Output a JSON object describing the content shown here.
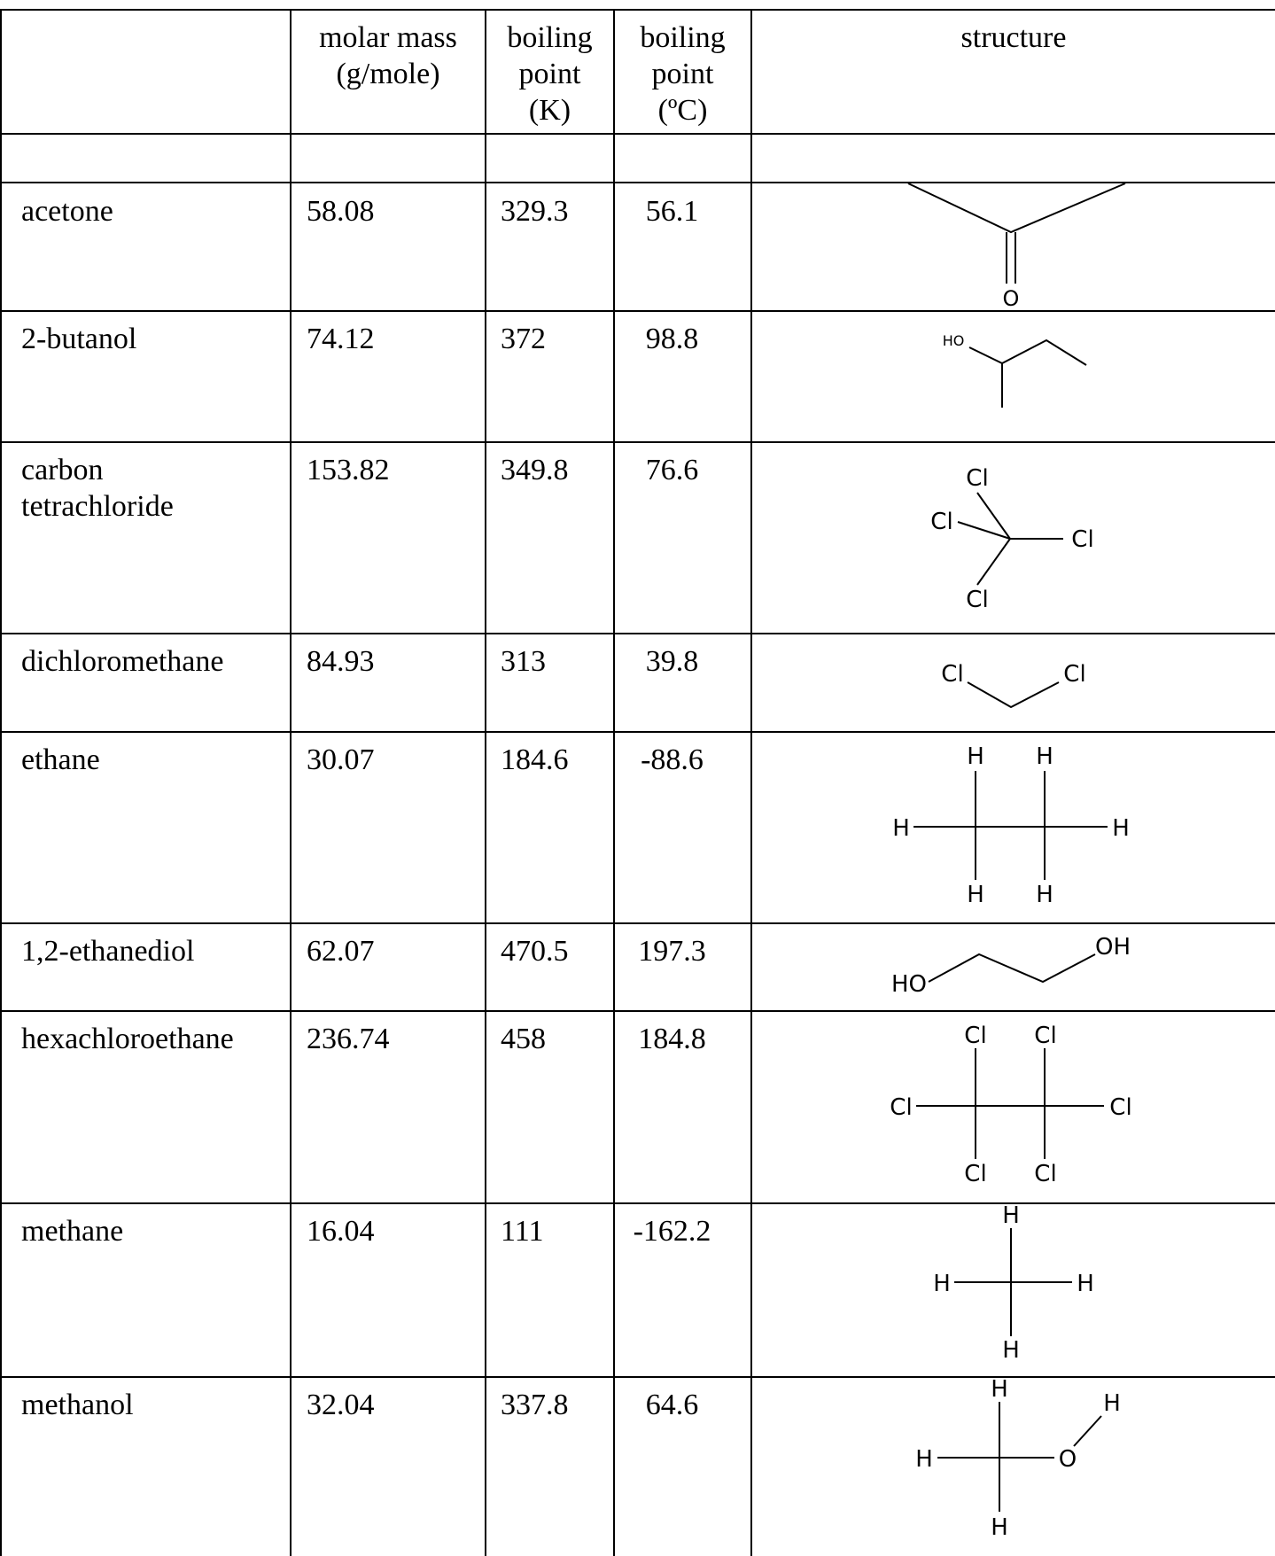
{
  "header": {
    "molar_mass": "molar mass",
    "molar_mass_unit": "(g/mole)",
    "bp_k_line1": "boiling",
    "bp_k_line2": "point",
    "bp_k_unit": "(K)",
    "bp_c_line1": "boiling",
    "bp_c_line2": "point",
    "bp_c_unit": "(ºC)",
    "structure": "structure"
  },
  "rows": [
    {
      "name": "acetone",
      "molar_mass": "58.08",
      "bp_k": "329.3",
      "bp_c": "56.1"
    },
    {
      "name": "2-butanol",
      "molar_mass": "74.12",
      "bp_k": "372",
      "bp_c": "98.8"
    },
    {
      "name": "carbon",
      "name2": "tetrachloride",
      "molar_mass": "153.82",
      "bp_k": "349.8",
      "bp_c": "76.6"
    },
    {
      "name": "dichloromethane",
      "molar_mass": "84.93",
      "bp_k": "313",
      "bp_c": "39.8"
    },
    {
      "name": "ethane",
      "molar_mass": "30.07",
      "bp_k": "184.6",
      "bp_c": "-88.6"
    },
    {
      "name": "1,2-ethanediol",
      "molar_mass": "62.07",
      "bp_k": "470.5",
      "bp_c": "197.3"
    },
    {
      "name": "hexachloroethane",
      "molar_mass": "236.74",
      "bp_k": "458",
      "bp_c": "184.8"
    },
    {
      "name": "methane",
      "molar_mass": "16.04",
      "bp_k": "111",
      "bp_c": "-162.2"
    },
    {
      "name": "methanol",
      "molar_mass": "32.04",
      "bp_k": "337.8",
      "bp_c": "64.6"
    }
  ],
  "atoms": {
    "O": "O",
    "HO": "HO",
    "OH": "OH",
    "Cl": "Cl",
    "H": "H"
  }
}
